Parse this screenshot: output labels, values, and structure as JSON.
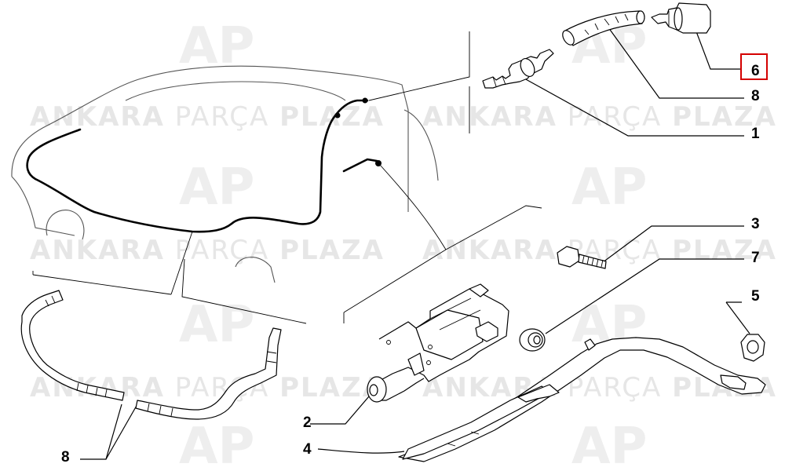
{
  "watermark": {
    "brand_bold_1": "ANKARA",
    "brand_light": "PARÇA",
    "brand_bold_2": "PLAZA",
    "logo_text": "AP"
  },
  "callouts": [
    {
      "id": "1",
      "label": "1"
    },
    {
      "id": "2",
      "label": "2"
    },
    {
      "id": "3",
      "label": "3"
    },
    {
      "id": "4",
      "label": "4"
    },
    {
      "id": "5",
      "label": "5"
    },
    {
      "id": "6",
      "label": "6",
      "highlighted": true
    },
    {
      "id": "7",
      "label": "7"
    },
    {
      "id": "8a",
      "label": "8"
    },
    {
      "id": "8b",
      "label": "8"
    }
  ],
  "colors": {
    "highlight": "#d40000",
    "watermark": "#e6e6e6",
    "line": "#000000"
  }
}
